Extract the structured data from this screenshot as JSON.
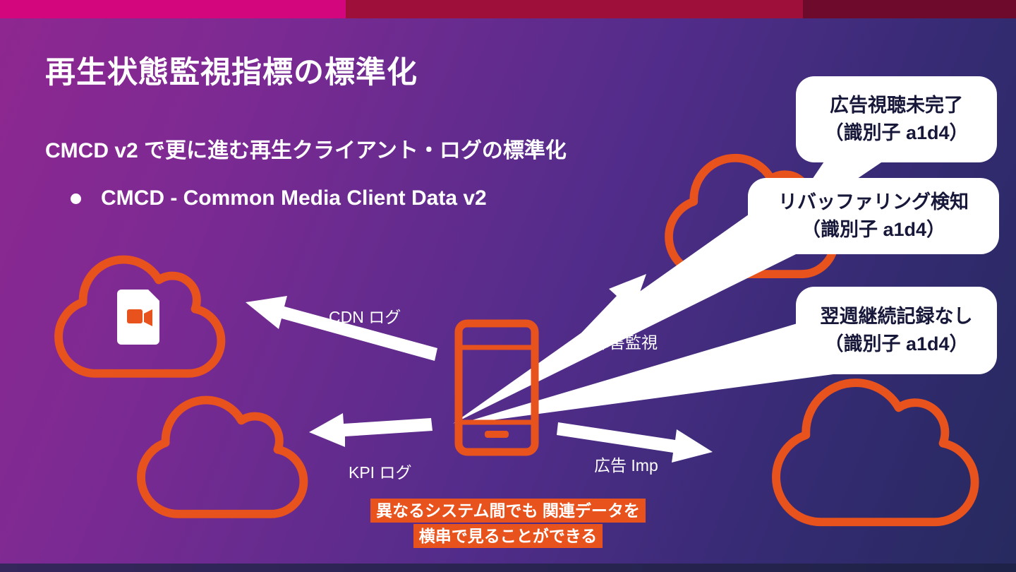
{
  "slide": {
    "title": "再生状態監視指標の標準化",
    "subtitle": "CMCD v2 で更に進む再生クライアント・ログの標準化",
    "bullet": "CMCD - Common Media Client Data v2",
    "caption_line1": "異なるシステム間でも 関連データを",
    "caption_line2": "横串で見ることができる"
  },
  "diagram": {
    "labels": {
      "cdn_log": "CDN ログ",
      "kpi_log": "KPI ログ",
      "fault_monitoring": "障害監視",
      "ad_imp": "広告 Imp"
    },
    "callouts": [
      {
        "line1": "広告視聴未完了",
        "line2": "（識別子 a1d4）"
      },
      {
        "line1": "リバッファリング検知",
        "line2": "（識別子 a1d4）"
      },
      {
        "line1": "翌週継続記録なし",
        "line2": "（識別子 a1d4）"
      }
    ],
    "icons": [
      "cloud-icon",
      "video-file-icon",
      "smartphone-icon",
      "arrow-icon",
      "speech-bubble-tail"
    ]
  },
  "colors": {
    "accent_orange": "#E8521D",
    "top_bar_segments": [
      "#D4067E",
      "#9E1039",
      "#6E0B2C"
    ],
    "background_gradient": [
      "#8F2790",
      "#262A5E"
    ],
    "bottom_bar": "#1E2248",
    "bubble_text": "#17173A",
    "text_white": "#FFFFFF"
  }
}
